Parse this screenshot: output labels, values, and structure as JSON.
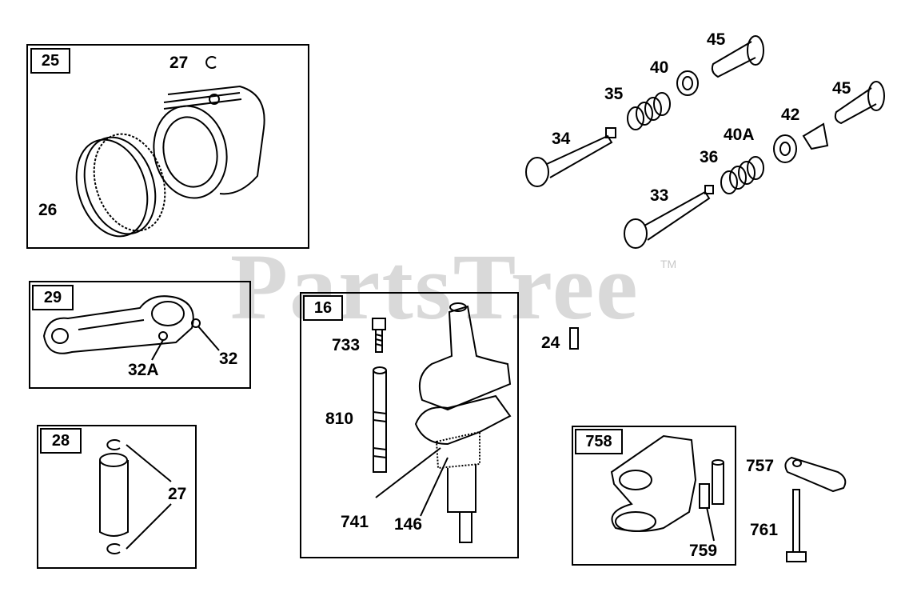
{
  "watermark": {
    "brand": "PartsTree",
    "tm": "TM"
  },
  "panels": {
    "piston": {
      "tag": "25",
      "labels": {
        "clip": "27",
        "rings": "26"
      }
    },
    "rod": {
      "tag": "29",
      "labels": {
        "bolt": "32",
        "bolt_a": "32A"
      }
    },
    "pin": {
      "tag": "28",
      "labels": {
        "clip": "27"
      }
    },
    "crank": {
      "tag": "16",
      "labels": {
        "screw": "733",
        "stud": "810",
        "gear1": "741",
        "gear2": "146"
      }
    },
    "rocker": {
      "tag": "758",
      "labels": {
        "pin": "759"
      }
    }
  },
  "loose_parts": {
    "valve_intake": "34",
    "valve_exhaust": "33",
    "spring1": "35",
    "spring2": "36",
    "retainer1": "40",
    "retainer2": "40A",
    "keeper": "42",
    "cap1": "45",
    "cap2": "45",
    "key": "24",
    "link": "757",
    "screw": "761"
  }
}
